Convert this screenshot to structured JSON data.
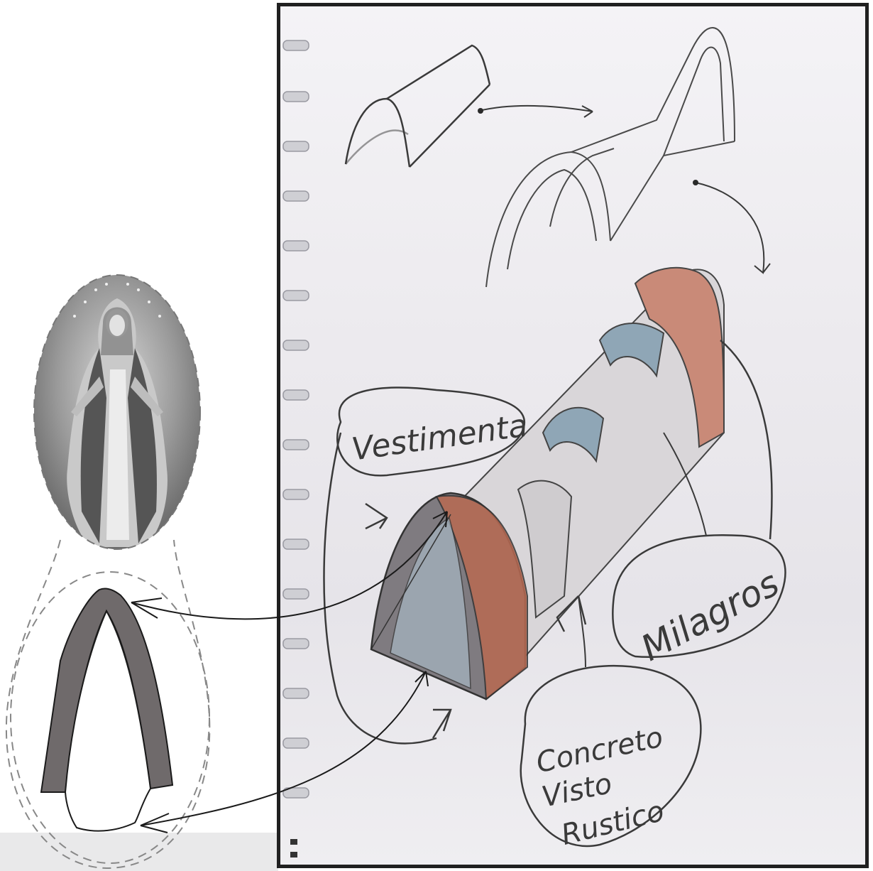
{
  "notes": {
    "vestimenta": "Vestimenta",
    "milagros": "Milagros",
    "concreto_line1": "Concreto",
    "concreto_line2": "Visto",
    "concreto_line3": "Rustico"
  },
  "colors": {
    "frame": "#202020",
    "paper": "#eceaee",
    "pencil": "#3a3a3a",
    "terracotta": "#b86a52",
    "blue_wash": "#8fa6b6",
    "arch_fill": "#6f6a6b",
    "bottom_bar": "#e9e9ea"
  },
  "icons": {
    "virgin": "virgin-mary-engraving",
    "spiral": "notebook-spiral-binding"
  }
}
